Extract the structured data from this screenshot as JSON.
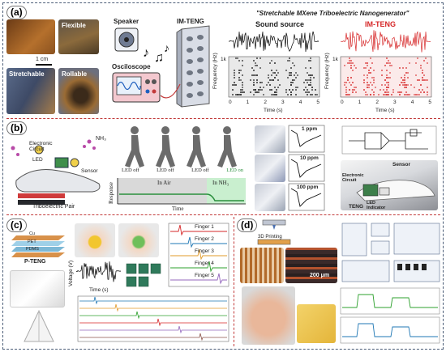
{
  "panel_a": {
    "label": "(a)",
    "photo_labels": [
      "Flexible",
      "Stretchable",
      "Rollable"
    ],
    "scale_bar": "1 cm",
    "schematic": {
      "speaker": "Speaker",
      "oscilloscope": "Osciloscope",
      "device": "IM-TENG"
    },
    "title": "\"Stretchable MXene Triboelectric Nanogenerator\"",
    "sound_title": "Sound source",
    "teng_title": "IM-TENG",
    "freq_axis": "Frequency (Hz)",
    "freq_tick": "1k",
    "time_axis": "Time (s)",
    "time_ticks": [
      "0",
      "1",
      "2",
      "3",
      "4",
      "5"
    ]
  },
  "panel_b": {
    "label": "(b)",
    "labels": {
      "nh3": "NH₃",
      "circuit": "Electronic Circuit",
      "led": "LED",
      "sensor": "Sensor",
      "pair": "Triboelectric Pair"
    },
    "led_states": [
      "LED off",
      "LED off",
      "LED off",
      "LED on"
    ],
    "response_axis": "Response",
    "time_axis": "Time",
    "in_air": "In Air",
    "in_nh3": "In NH₃",
    "ppm_labels": [
      "1 ppm",
      "10 ppm",
      "100 ppm"
    ],
    "circuit_labels": {
      "sensor": "Sensor",
      "teng": "TENG",
      "led": "LED Indicator",
      "circuit": "Electronic Circuit"
    }
  },
  "panel_c": {
    "label": "(c)",
    "layers": [
      "Cu",
      "PET",
      "PDMS",
      "P-TENG"
    ],
    "finger_labels": [
      "Finger 1",
      "Finger 2",
      "Finger 3",
      "Finger 4",
      "Finger 5"
    ],
    "voltage_axis": "Voltage (V)",
    "time_axis": "Time (s)"
  },
  "panel_d": {
    "label": "(d)",
    "printing": "3D Printing",
    "scale": "200 μm"
  },
  "colors": {
    "frame": "#4b5d77",
    "divider": "#c23a3a",
    "teng_red": "#d62728",
    "green": "#54c26a"
  }
}
